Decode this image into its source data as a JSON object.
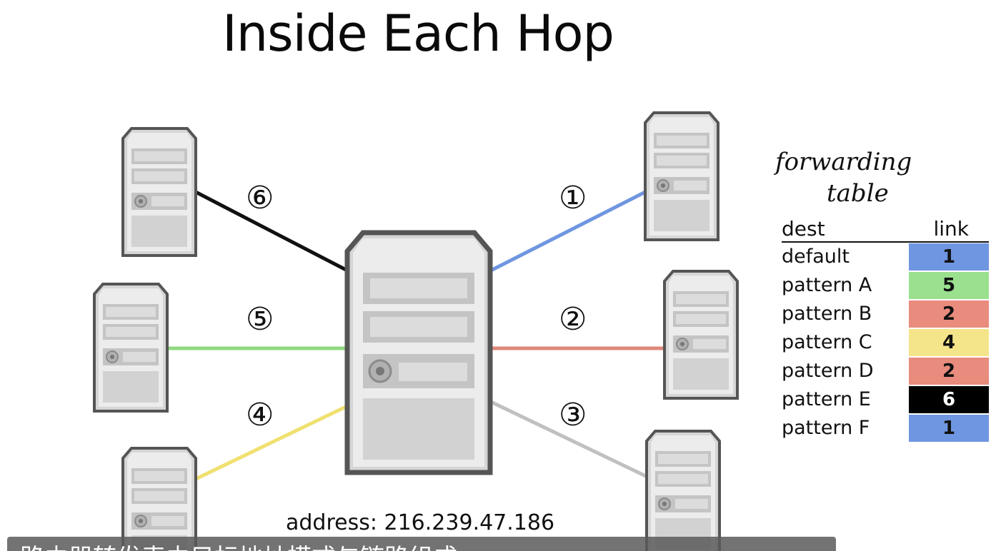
{
  "title": "Inside Each Hop",
  "links": [
    {
      "number": "①",
      "color": "#6f96e0"
    },
    {
      "number": "②",
      "color": "#e0877a"
    },
    {
      "number": "③",
      "color": "#c0c0c0"
    },
    {
      "number": "④",
      "color": "#f0e070"
    },
    {
      "number": "⑤",
      "color": "#8fd87f"
    },
    {
      "number": "⑥",
      "color": "#111111"
    }
  ],
  "address": "address: 216.239.47.186",
  "handwritten_note": {
    "line1": "forwarding",
    "line2": "table"
  },
  "forwarding_table": {
    "header_dest": "dest",
    "header_link": "link",
    "rows": [
      {
        "dest": "default",
        "link": "1",
        "color": "#6f96e0"
      },
      {
        "dest": "pattern A",
        "link": "5",
        "color": "#9be08f"
      },
      {
        "dest": "pattern B",
        "link": "2",
        "color": "#e98b7d"
      },
      {
        "dest": "pattern C",
        "link": "4",
        "color": "#f5e58a"
      },
      {
        "dest": "pattern D",
        "link": "2",
        "color": "#e98b7d"
      },
      {
        "dest": "pattern E",
        "link": "6",
        "color": "#000000"
      },
      {
        "dest": "pattern F",
        "link": "1",
        "color": "#6f96e0"
      }
    ]
  },
  "subtitle": "路由器转发表由目标地址模式与链路组成"
}
